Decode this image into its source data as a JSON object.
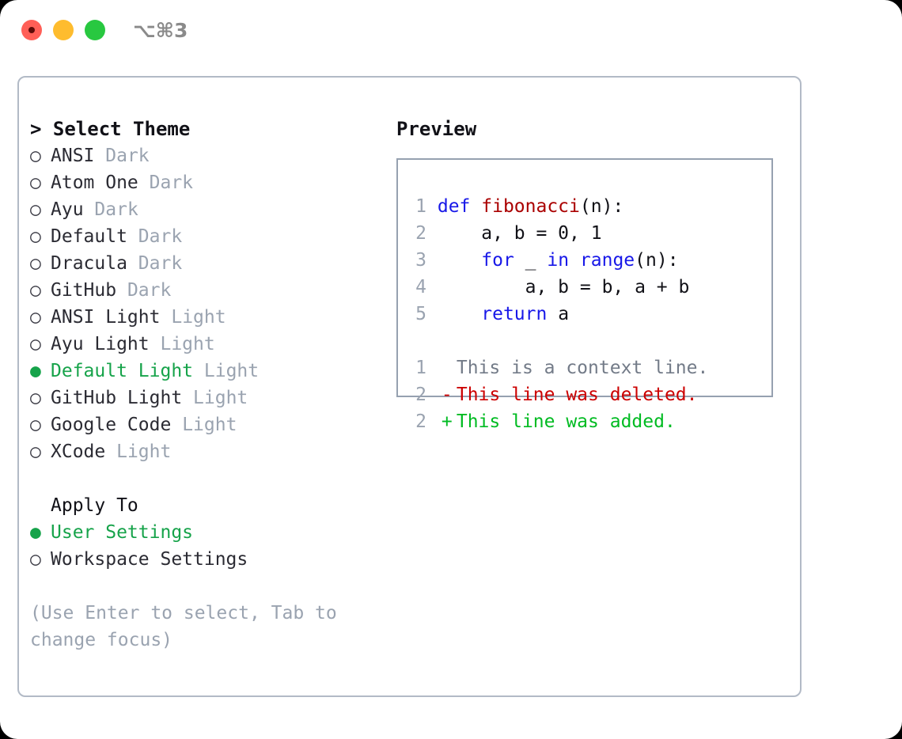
{
  "titlebar": {
    "shortcut": "⌥⌘3",
    "lights": [
      {
        "name": "close",
        "color": "#ff5f57"
      },
      {
        "name": "minimize",
        "color": "#febc2e"
      },
      {
        "name": "zoom",
        "color": "#28c840"
      }
    ]
  },
  "theme_list": {
    "header": "> Select Theme",
    "items": [
      {
        "marker": "○",
        "name": "ANSI",
        "category": "Dark",
        "selected": false
      },
      {
        "marker": "○",
        "name": "Atom One",
        "category": "Dark",
        "selected": false
      },
      {
        "marker": "○",
        "name": "Ayu",
        "category": "Dark",
        "selected": false
      },
      {
        "marker": "○",
        "name": "Default",
        "category": "Dark",
        "selected": false
      },
      {
        "marker": "○",
        "name": "Dracula",
        "category": "Dark",
        "selected": false
      },
      {
        "marker": "○",
        "name": "GitHub",
        "category": "Dark",
        "selected": false
      },
      {
        "marker": "○",
        "name": "ANSI Light",
        "category": "Light",
        "selected": false
      },
      {
        "marker": "○",
        "name": "Ayu Light",
        "category": "Light",
        "selected": false
      },
      {
        "marker": "●",
        "name": "Default Light",
        "category": "Light",
        "selected": true
      },
      {
        "marker": "○",
        "name": "GitHub Light",
        "category": "Light",
        "selected": false
      },
      {
        "marker": "○",
        "name": "Google Code",
        "category": "Light",
        "selected": false
      },
      {
        "marker": "○",
        "name": "XCode",
        "category": "Light",
        "selected": false
      }
    ]
  },
  "apply_to": {
    "header": "Apply To",
    "items": [
      {
        "marker": "●",
        "name": "User Settings",
        "selected": true
      },
      {
        "marker": "○",
        "name": "Workspace Settings",
        "selected": false
      }
    ]
  },
  "hint": "(Use Enter to select, Tab to change focus)",
  "preview": {
    "title": "Preview",
    "code_lines": [
      {
        "no": "1",
        "tokens": [
          {
            "t": "def ",
            "c": "kw"
          },
          {
            "t": "fibonacci",
            "c": "fn"
          },
          {
            "t": "(n):",
            "c": "plain"
          }
        ]
      },
      {
        "no": "2",
        "tokens": [
          {
            "t": "    a, b = 0, 1",
            "c": "plain"
          }
        ]
      },
      {
        "no": "3",
        "tokens": [
          {
            "t": "    ",
            "c": "plain"
          },
          {
            "t": "for",
            "c": "kw"
          },
          {
            "t": " _ ",
            "c": "plain"
          },
          {
            "t": "in",
            "c": "kw"
          },
          {
            "t": " ",
            "c": "plain"
          },
          {
            "t": "range",
            "c": "kw"
          },
          {
            "t": "(n):",
            "c": "plain"
          }
        ]
      },
      {
        "no": "4",
        "tokens": [
          {
            "t": "        a, b = b, a + b",
            "c": "plain"
          }
        ]
      },
      {
        "no": "5",
        "tokens": [
          {
            "t": "    ",
            "c": "plain"
          },
          {
            "t": "return",
            "c": "kw"
          },
          {
            "t": " a",
            "c": "plain"
          }
        ]
      }
    ],
    "diff_lines": [
      {
        "no": "1",
        "mark": " ",
        "text": "This is a context line.",
        "kind": "context"
      },
      {
        "no": "2",
        "mark": "-",
        "text": "This line was deleted.",
        "kind": "del"
      },
      {
        "no": "2",
        "mark": "+",
        "text": "This line was added.",
        "kind": "add"
      }
    ]
  },
  "colors": {
    "selected_green": "#16a34a",
    "muted_gray": "#9aa3b0",
    "keyword_blue": "#1818e8",
    "function_red": "#aa0000",
    "diff_deleted": "#cc0000",
    "diff_added": "#00bb22",
    "panel_border": "#b2bac6",
    "preview_border": "#96a1b0"
  }
}
